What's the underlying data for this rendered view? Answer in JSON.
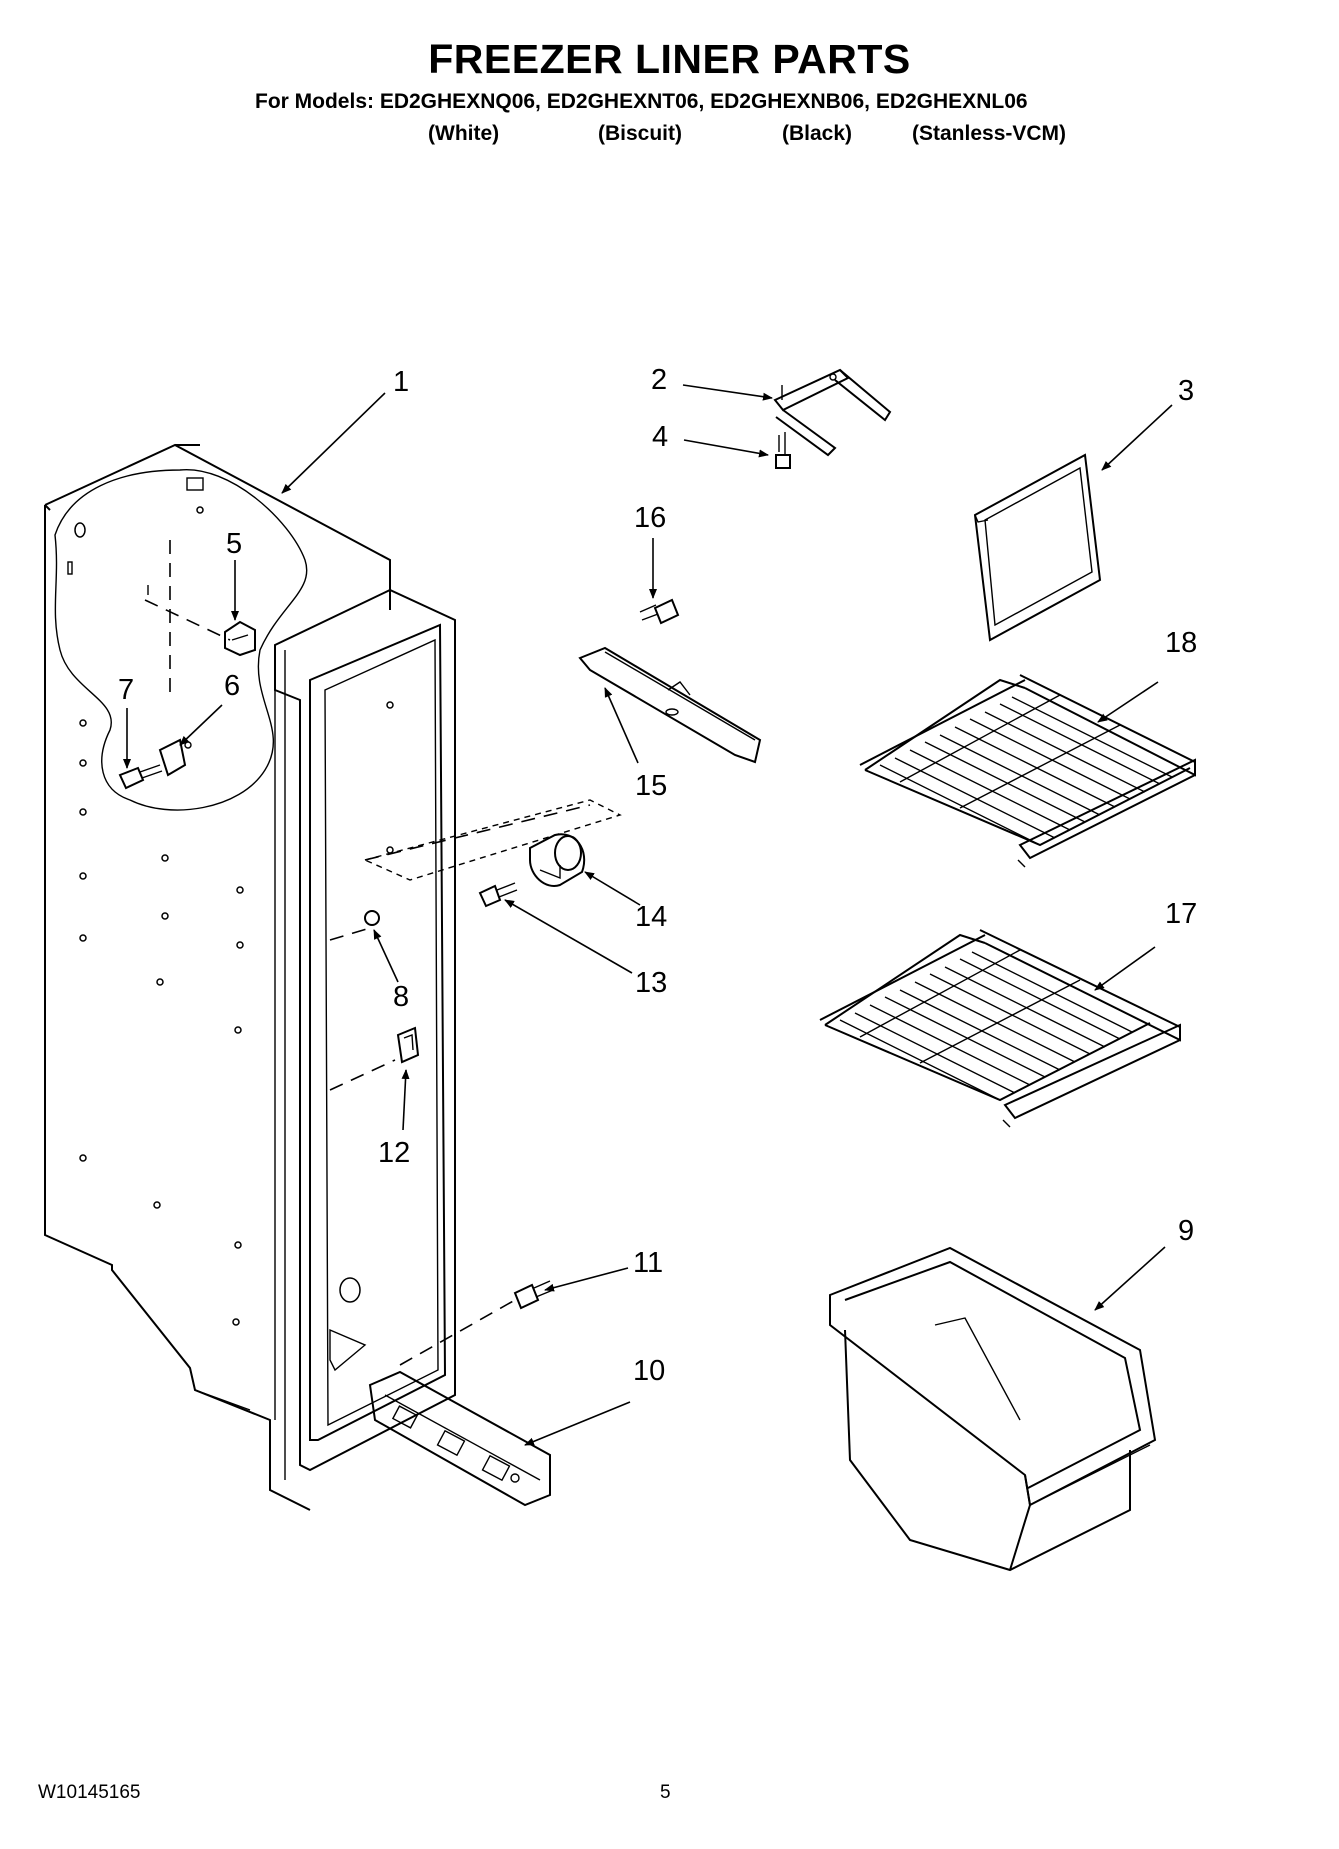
{
  "header": {
    "title": "FREEZER LINER PARTS",
    "models_line": "For Models: ED2GHEXNQ06, ED2GHEXNT06, ED2GHEXNB06, ED2GHEXNL06",
    "variants": [
      "(White)",
      "(Biscuit)",
      "(Black)",
      "(Stanless-VCM)"
    ]
  },
  "callouts": [
    "1",
    "2",
    "3",
    "4",
    "5",
    "6",
    "7",
    "8",
    "9",
    "10",
    "11",
    "12",
    "13",
    "14",
    "15",
    "16",
    "17",
    "18"
  ],
  "footer": {
    "doc_number": "W10145165",
    "page_number": "5"
  }
}
